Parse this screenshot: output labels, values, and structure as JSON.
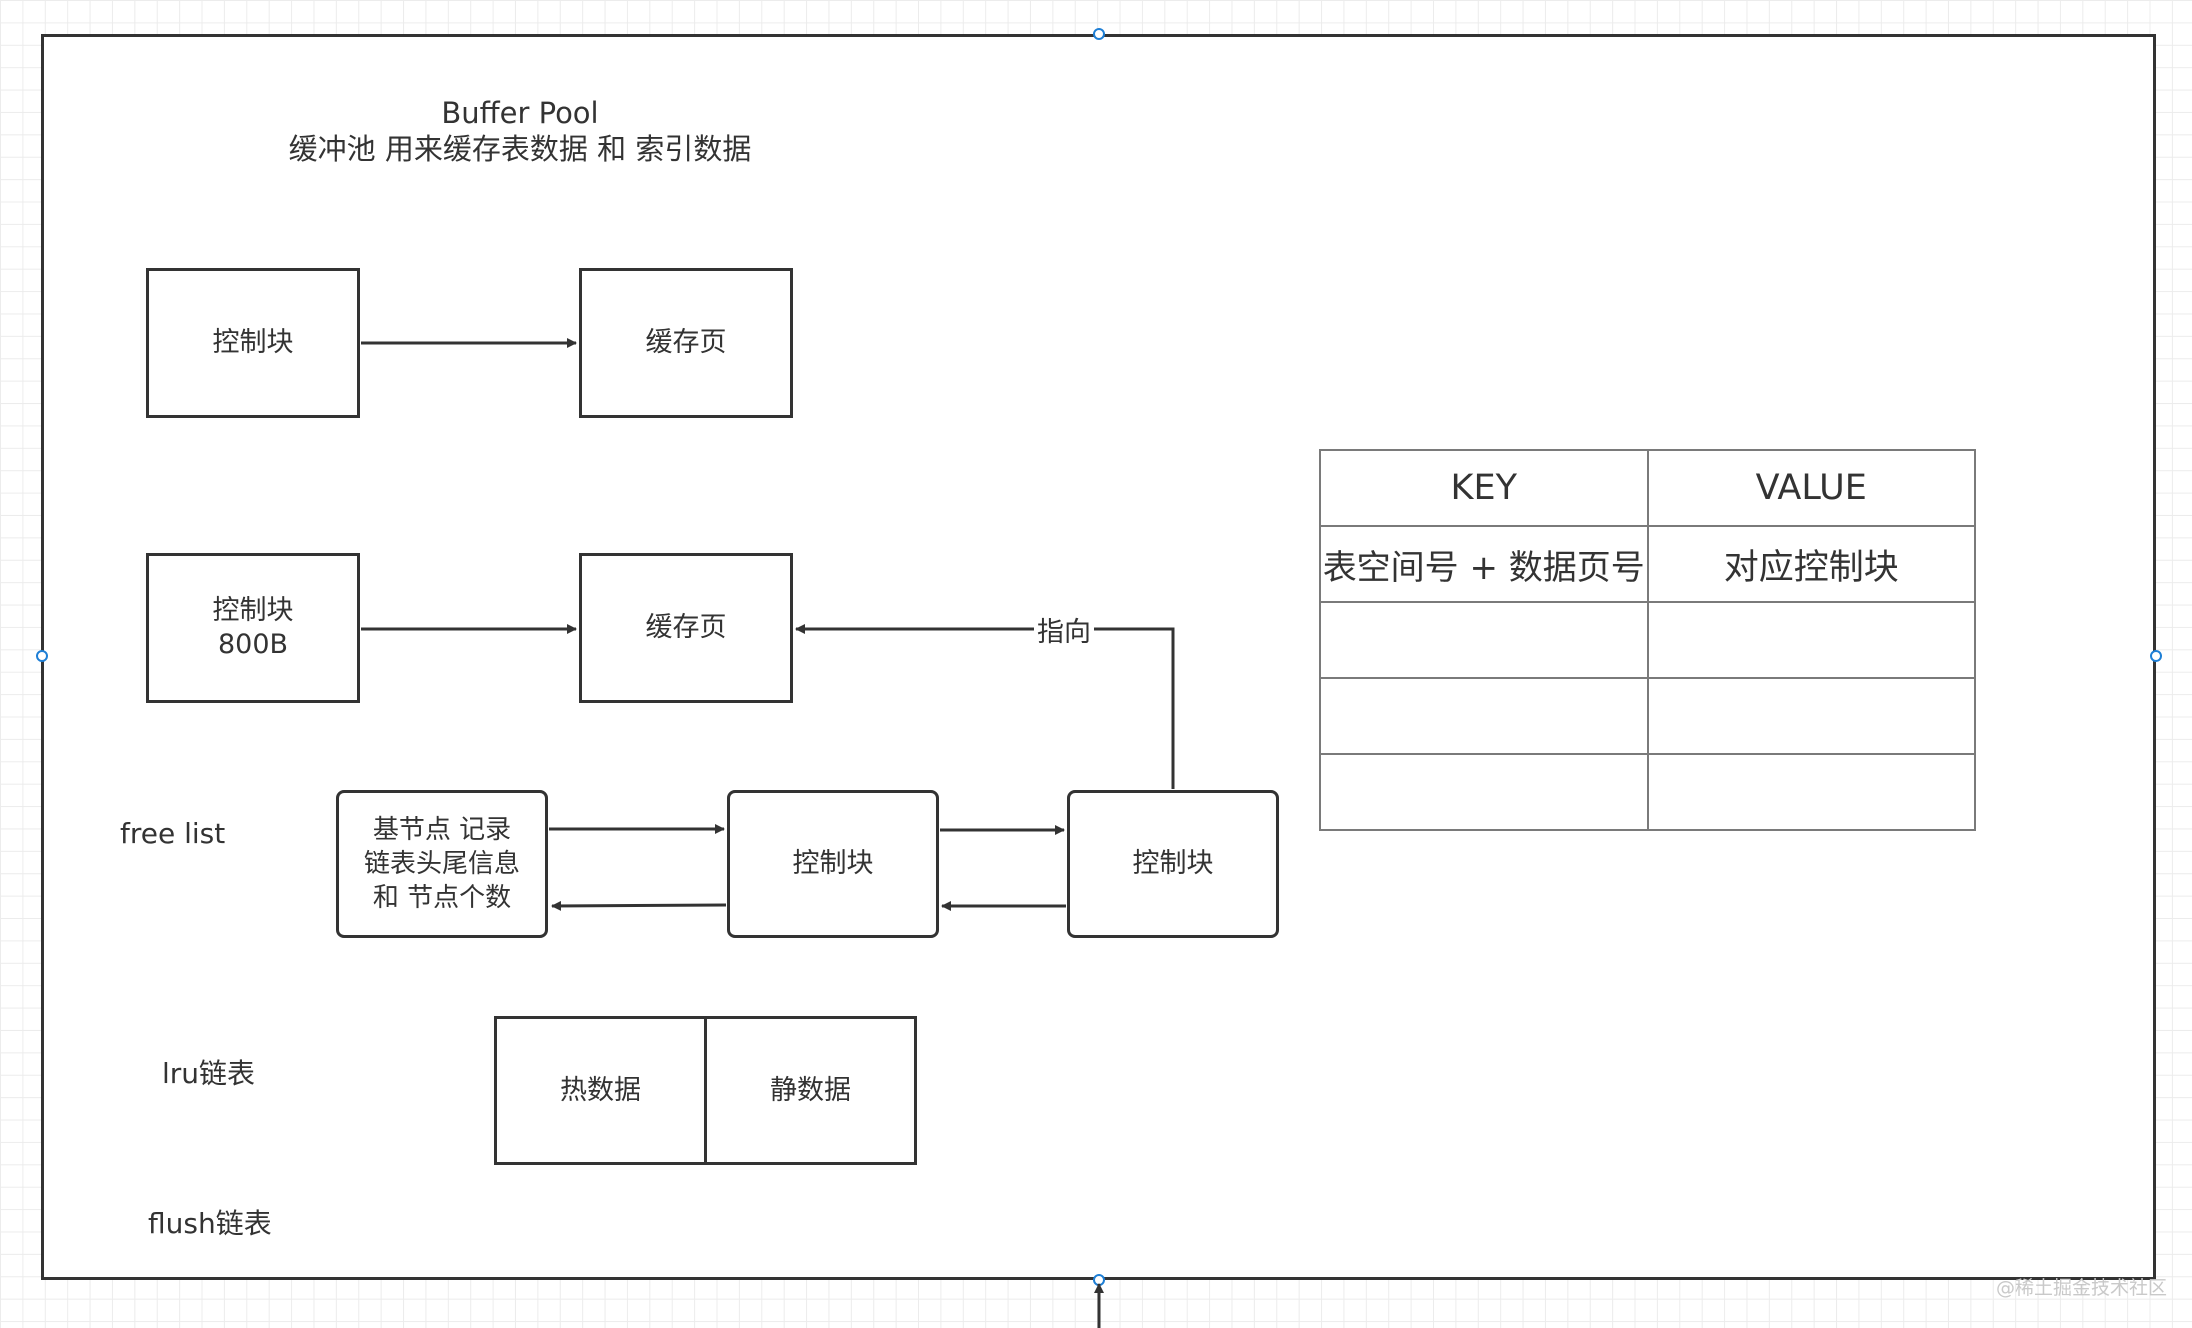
{
  "title": {
    "line1": "Buffer Pool",
    "line2": "缓冲池 用来缓存表数据 和 索引数据"
  },
  "row1": {
    "control_block": "控制块",
    "cache_page": "缓存页"
  },
  "row2": {
    "control_block_line1": "控制块",
    "control_block_line2": "800B",
    "cache_page": "缓存页",
    "pointer_label": "指向"
  },
  "free_list": {
    "label": "free list",
    "base_node_lines": [
      "基节点 记录",
      "链表头尾信息",
      "和 节点个数"
    ],
    "control_block_a": "控制块",
    "control_block_b": "控制块"
  },
  "lru": {
    "label": "lru链表",
    "hot": "热数据",
    "cold": "静数据"
  },
  "flush": {
    "label": "flush链表"
  },
  "hash_table": {
    "headers": [
      "KEY",
      "VALUE"
    ],
    "rows": [
      [
        "表空间号 + 数据页号",
        "对应控制块"
      ],
      [
        "",
        ""
      ],
      [
        "",
        ""
      ],
      [
        "",
        ""
      ]
    ]
  },
  "watermark": "@稀土掘金技术社区",
  "colors": {
    "stroke": "#333333",
    "grid": "#ececec",
    "selection": "#1e7fd6"
  }
}
